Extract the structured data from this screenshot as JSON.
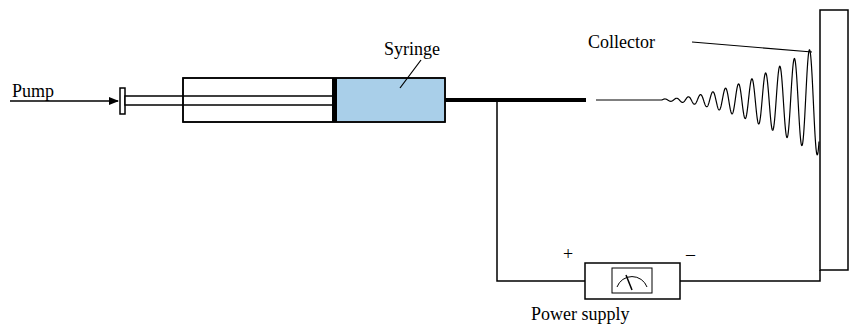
{
  "diagram": {
    "labels": [
      "Pump",
      "Syringe",
      "Collector",
      "+",
      "–",
      "Power supply"
    ]
  }
}
